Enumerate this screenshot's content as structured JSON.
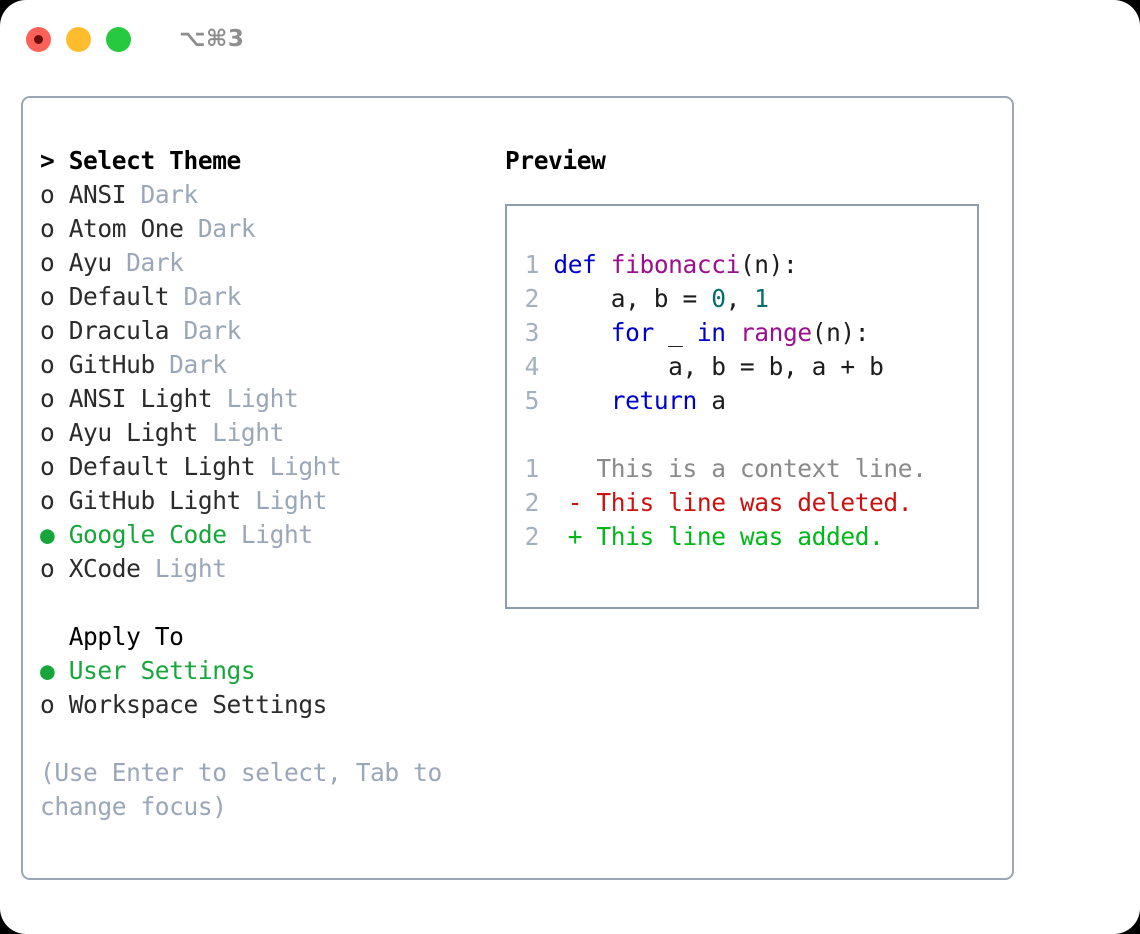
{
  "titlebar": {
    "shortcut": "⌥⌘3",
    "lights": [
      {
        "name": "close-button",
        "color": "#ff6159"
      },
      {
        "name": "minimize-button",
        "color": "#ffbd2e"
      },
      {
        "name": "maximize-button",
        "color": "#26c940"
      }
    ]
  },
  "theme_list": {
    "heading": "> Select Theme",
    "items": [
      {
        "marker": "o",
        "label": "ANSI",
        "tag": "Dark",
        "selected": false
      },
      {
        "marker": "o",
        "label": "Atom One",
        "tag": "Dark",
        "selected": false
      },
      {
        "marker": "o",
        "label": "Ayu",
        "tag": "Dark",
        "selected": false
      },
      {
        "marker": "o",
        "label": "Default",
        "tag": "Dark",
        "selected": false
      },
      {
        "marker": "o",
        "label": "Dracula",
        "tag": "Dark",
        "selected": false
      },
      {
        "marker": "o",
        "label": "GitHub",
        "tag": "Dark",
        "selected": false
      },
      {
        "marker": "o",
        "label": "ANSI Light",
        "tag": "Light",
        "selected": false
      },
      {
        "marker": "o",
        "label": "Ayu Light",
        "tag": "Light",
        "selected": false
      },
      {
        "marker": "o",
        "label": "Default Light",
        "tag": "Light",
        "selected": false
      },
      {
        "marker": "o",
        "label": "GitHub Light",
        "tag": "Light",
        "selected": false
      },
      {
        "marker": "●",
        "label": "Google Code",
        "tag": "Light",
        "selected": true
      },
      {
        "marker": "o",
        "label": "XCode",
        "tag": "Light",
        "selected": false
      }
    ]
  },
  "apply_to": {
    "heading": "  Apply To",
    "items": [
      {
        "marker": "●",
        "label": "User Settings",
        "selected": true
      },
      {
        "marker": "o",
        "label": "Workspace Settings",
        "selected": false
      }
    ]
  },
  "hint": {
    "line1": "(Use Enter to select, Tab to",
    "line2": "change focus)"
  },
  "preview": {
    "title": "Preview",
    "code_lines": [
      {
        "n": "1",
        "tokens": [
          {
            "t": "def",
            "c": "kw"
          },
          {
            "t": " ",
            "c": "pun"
          },
          {
            "t": "fibonacci",
            "c": "fn"
          },
          {
            "t": "(n):",
            "c": "pun"
          }
        ]
      },
      {
        "n": "2",
        "tokens": [
          {
            "t": "    a, b = ",
            "c": "var"
          },
          {
            "t": "0",
            "c": "num"
          },
          {
            "t": ", ",
            "c": "pun"
          },
          {
            "t": "1",
            "c": "num"
          }
        ]
      },
      {
        "n": "3",
        "tokens": [
          {
            "t": "    ",
            "c": "pun"
          },
          {
            "t": "for",
            "c": "kw"
          },
          {
            "t": " _ ",
            "c": "var"
          },
          {
            "t": "in",
            "c": "kw"
          },
          {
            "t": " ",
            "c": "pun"
          },
          {
            "t": "range",
            "c": "fn"
          },
          {
            "t": "(n):",
            "c": "pun"
          }
        ]
      },
      {
        "n": "4",
        "tokens": [
          {
            "t": "        a, b = b, a + b",
            "c": "var"
          }
        ]
      },
      {
        "n": "5",
        "tokens": [
          {
            "t": "    ",
            "c": "pun"
          },
          {
            "t": "return",
            "c": "kw"
          },
          {
            "t": " a",
            "c": "var"
          }
        ]
      }
    ],
    "diff_lines": [
      {
        "n": "1",
        "prefix": "  ",
        "text": "This is a context line.",
        "kind": "diff-ctx"
      },
      {
        "n": "2",
        "prefix": "- ",
        "text": "This line was deleted.",
        "kind": "diff-del"
      },
      {
        "n": "2",
        "prefix": "+ ",
        "text": "This line was added.",
        "kind": "diff-add"
      }
    ]
  }
}
